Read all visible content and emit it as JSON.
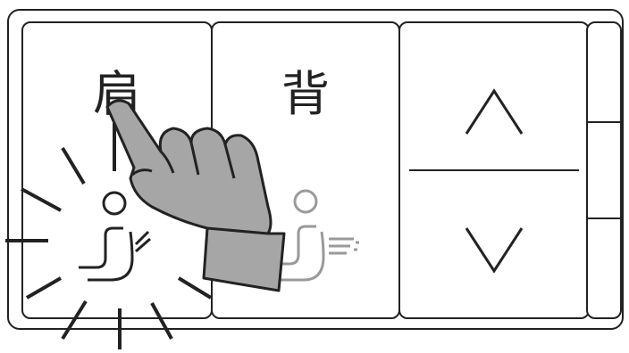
{
  "panel": {
    "keys": [
      {
        "label": "肩",
        "icon": "shoulder-massage-icon",
        "state": "pressed"
      },
      {
        "label": "背",
        "icon": "back-massage-icon",
        "state": "idle"
      }
    ],
    "updown": {
      "up_icon": "chevron-up-icon",
      "down_icon": "chevron-down-icon"
    }
  },
  "overlay": {
    "icon": "pointing-hand-icon"
  },
  "colors": {
    "line": "#222222",
    "inactive": "#9a9a9a",
    "hand": "#a6a6a6"
  }
}
